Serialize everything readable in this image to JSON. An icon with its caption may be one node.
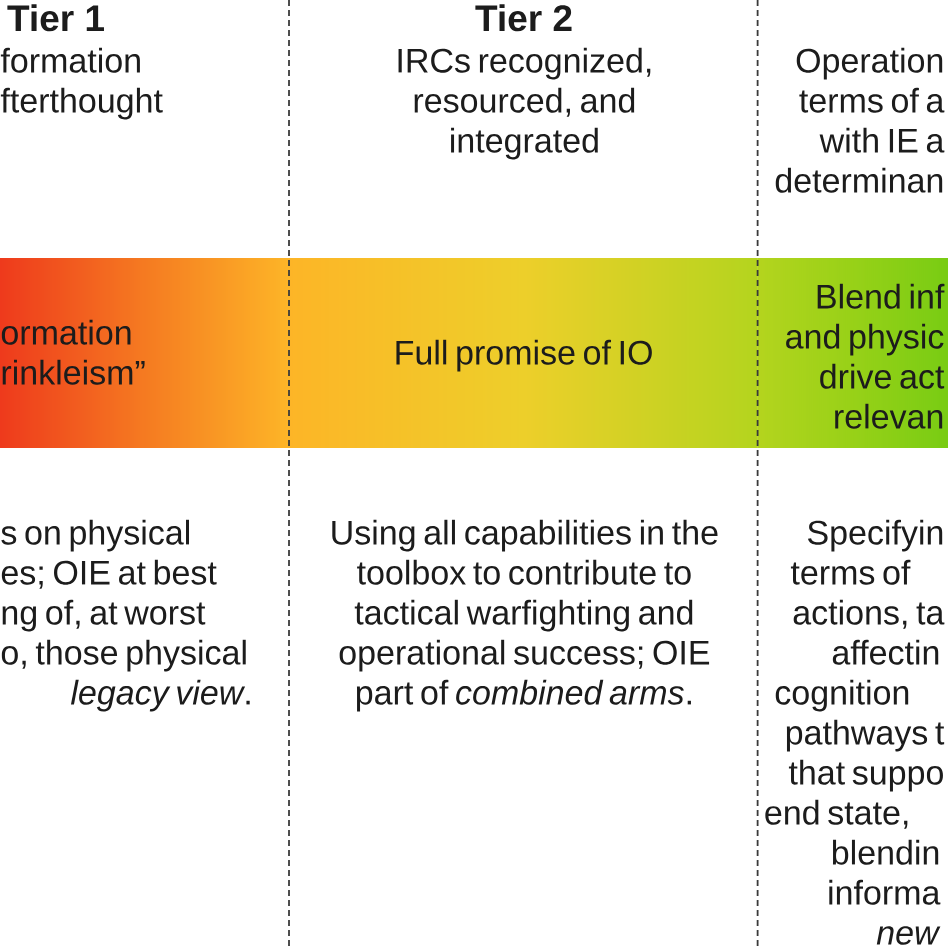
{
  "diagram": {
    "nodes": [
      {
        "text": [
          "ormation rinkleism”"
        ]
      },
      {
        "text": [
          "Full promise of IO"
        ]
      },
      {
        "text": [
          "Blend inf and physic drive act relevan"
        ]
      }
    ],
    "labels": [
      "Tier 1",
      "formation fterthought",
      "Tier 2",
      "IRCs recognized, resourced, and integrated",
      "Operation terms of a with IE a determinan",
      "s on physical es; OIE at best ng of, at worst o, those physical *legacy view*.",
      "Using all capabilities in the toolbox to contribute to tactical warfighting and operational success; OIE part of *combined arms*.",
      "Specifyin terms of actions, ta affectin cognition pathways t that suppo end state, blendin informa *new*"
    ]
  }
}
